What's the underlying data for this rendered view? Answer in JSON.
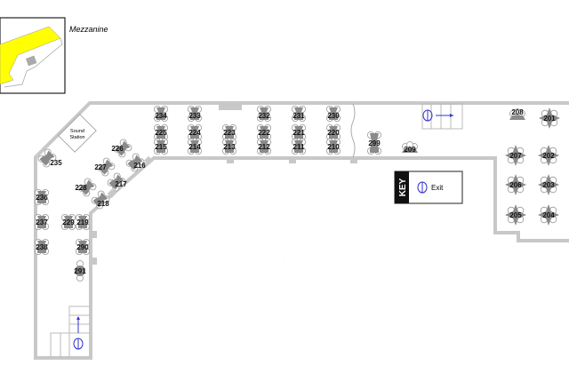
{
  "inset": {
    "title": "Mezzanine"
  },
  "sound_station": {
    "line1": "Sound",
    "line2": "Station"
  },
  "key": {
    "title": "KEY",
    "exit_label": "Exit"
  },
  "colors": {
    "highlight": "#ffff00",
    "wall": "#c8c8c8",
    "table": "#8a8a8a",
    "exit": "#3333cc"
  },
  "tables": [
    "234",
    "233",
    "232",
    "231",
    "230",
    "225",
    "224",
    "223",
    "222",
    "221",
    "220",
    "215",
    "214",
    "213",
    "212",
    "211",
    "210",
    "299",
    "209",
    "208",
    "201",
    "207",
    "202",
    "206",
    "203",
    "205",
    "204",
    "235",
    "226",
    "216",
    "227",
    "217",
    "228",
    "218",
    "236",
    "237",
    "238",
    "229",
    "219",
    "290",
    "291"
  ]
}
